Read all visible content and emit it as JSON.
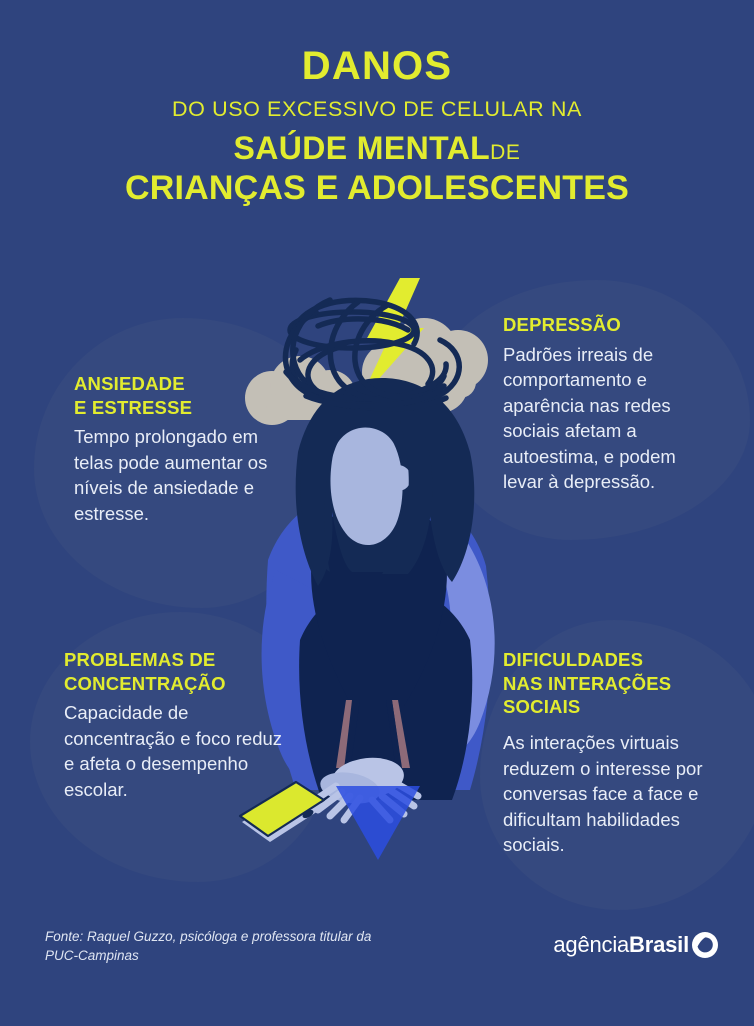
{
  "colors": {
    "background": "#2f447e",
    "blob": "#35497f",
    "accent_yellow": "#e2ec2f",
    "body_text": "#e8edf7",
    "hair_navy": "#142a55",
    "skin": "#a8b6de",
    "arm_blue": "#3f59c8",
    "cloud_gray": "#c3bfb6",
    "phone_yellow": "#dbe82e"
  },
  "header": {
    "line1": "DANOS",
    "line2": "DO USO EXCESSIVO DE CELULAR NA",
    "line3_bold": "SAÚDE MENTAL",
    "line3_light": "DE",
    "line4": "CRIANÇAS E ADOLESCENTES"
  },
  "blocks": [
    {
      "id": "ansiedade",
      "heading": "ANSIEDADE\nE ESTRESSE",
      "body": "Tempo prolongado em telas pode aumentar os níveis de ansiedade e estresse."
    },
    {
      "id": "depressao",
      "heading": "DEPRESSÃO",
      "body": "Padrões irreais de comportamento e aparência nas redes sociais afetam a autoestima, e podem levar à depressão."
    },
    {
      "id": "concentracao",
      "heading": "PROBLEMAS DE\nCONCENTRAÇÃO",
      "body": "Capacidade de concentração e foco reduz e afeta o desempenho escolar."
    },
    {
      "id": "sociais",
      "heading": "DIFICULDADES\nNAS INTERAÇÕES\nSOCIAIS",
      "body": "As interações virtuais reduzem o interesse por conversas face a face e dificultam habilidades sociais."
    }
  ],
  "footer": {
    "source": "Fonte: Raquel Guzzo, psicóloga e professora titular da PUC-Campinas",
    "logo_light": "agência",
    "logo_bold": "Brasil",
    "logo_mark": "agencia-brasil-circle-mark"
  },
  "illustration": {
    "description": "seated-person-hugging-knees",
    "elements": [
      "scribble-tangle-icon",
      "cloud-left-icon",
      "cloud-right-icon",
      "lightning-bolt-icon",
      "smartphone-icon"
    ]
  }
}
